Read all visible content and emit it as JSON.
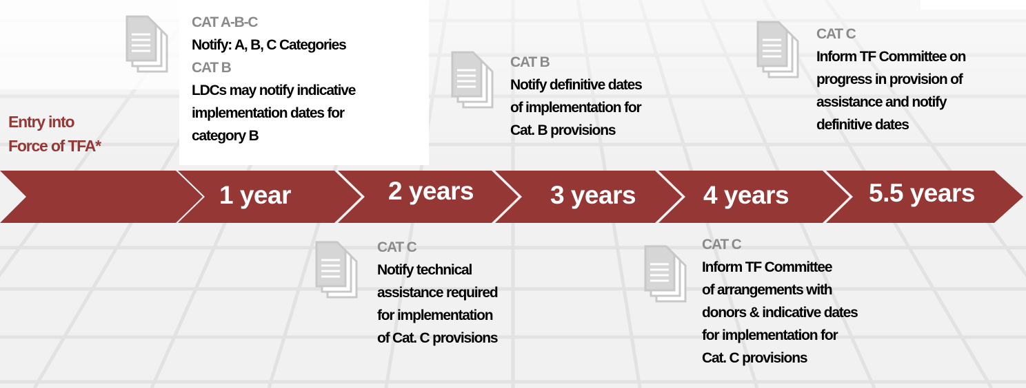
{
  "entry": {
    "line1": "Entry into",
    "line2": "Force of TFA*"
  },
  "stages": [
    {
      "label": "1 year"
    },
    {
      "label": "2 years"
    },
    {
      "label": "3 years"
    },
    {
      "label": "4 years"
    },
    {
      "label": "5.5 years"
    }
  ],
  "blocks": {
    "year1": {
      "cat1": "CAT A-B-C",
      "text1": "Notify: A, B, C Categories",
      "cat2": "CAT B",
      "text2": [
        "LDCs may notify indicative",
        "implementation dates for",
        "category B"
      ]
    },
    "year2": {
      "cat": "CAT C",
      "text": [
        "Notify technical",
        "assistance required",
        "for implementation",
        "of Cat. C provisions"
      ]
    },
    "year3": {
      "cat": "CAT B",
      "text": [
        "Notify definitive dates",
        "of implementation for",
        "Cat. B provisions"
      ]
    },
    "year4": {
      "cat": "CAT C",
      "text": [
        "Inform TF Committee",
        "of arrangements with",
        "donors & indicative dates",
        "for implementation for",
        "Cat. C provisions"
      ]
    },
    "year55": {
      "cat": "CAT C",
      "text": [
        "Inform TF Committee on",
        "progress in provision of",
        "assistance and notify",
        "definitive dates"
      ]
    }
  },
  "colors": {
    "arrow": "#953735",
    "category": "#8a8a8a",
    "entry_text": "#953735",
    "icon": "#c8c8c8"
  },
  "icons": [
    "document-icon"
  ]
}
